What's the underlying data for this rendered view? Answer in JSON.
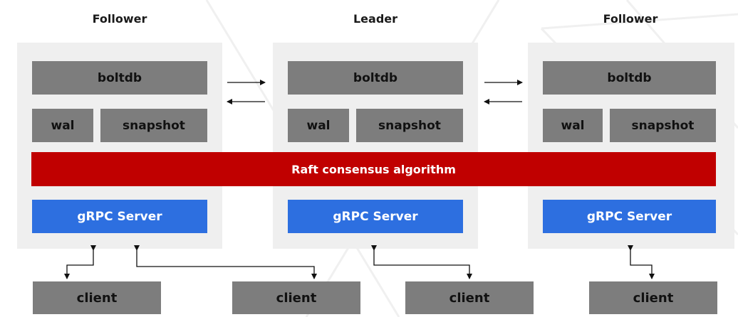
{
  "titles": {
    "left": "Follower",
    "center": "Leader",
    "right": "Follower"
  },
  "nodes": [
    {
      "boltdb": "boltdb",
      "wal": "wal",
      "snapshot": "snapshot",
      "grpc": "gRPC Server"
    },
    {
      "boltdb": "boltdb",
      "wal": "wal",
      "snapshot": "snapshot",
      "grpc": "gRPC Server"
    },
    {
      "boltdb": "boltdb",
      "wal": "wal",
      "snapshot": "snapshot",
      "grpc": "gRPC Server"
    }
  ],
  "raft": {
    "label": "Raft consensus  algorithm"
  },
  "clients": [
    "client",
    "client",
    "client",
    "client"
  ],
  "colors": {
    "node_bg": "#efefef",
    "storage_box": "#7d7d7d",
    "grpc": "#2d6fe0",
    "raft": "#c00000",
    "client": "#7d7d7d"
  }
}
